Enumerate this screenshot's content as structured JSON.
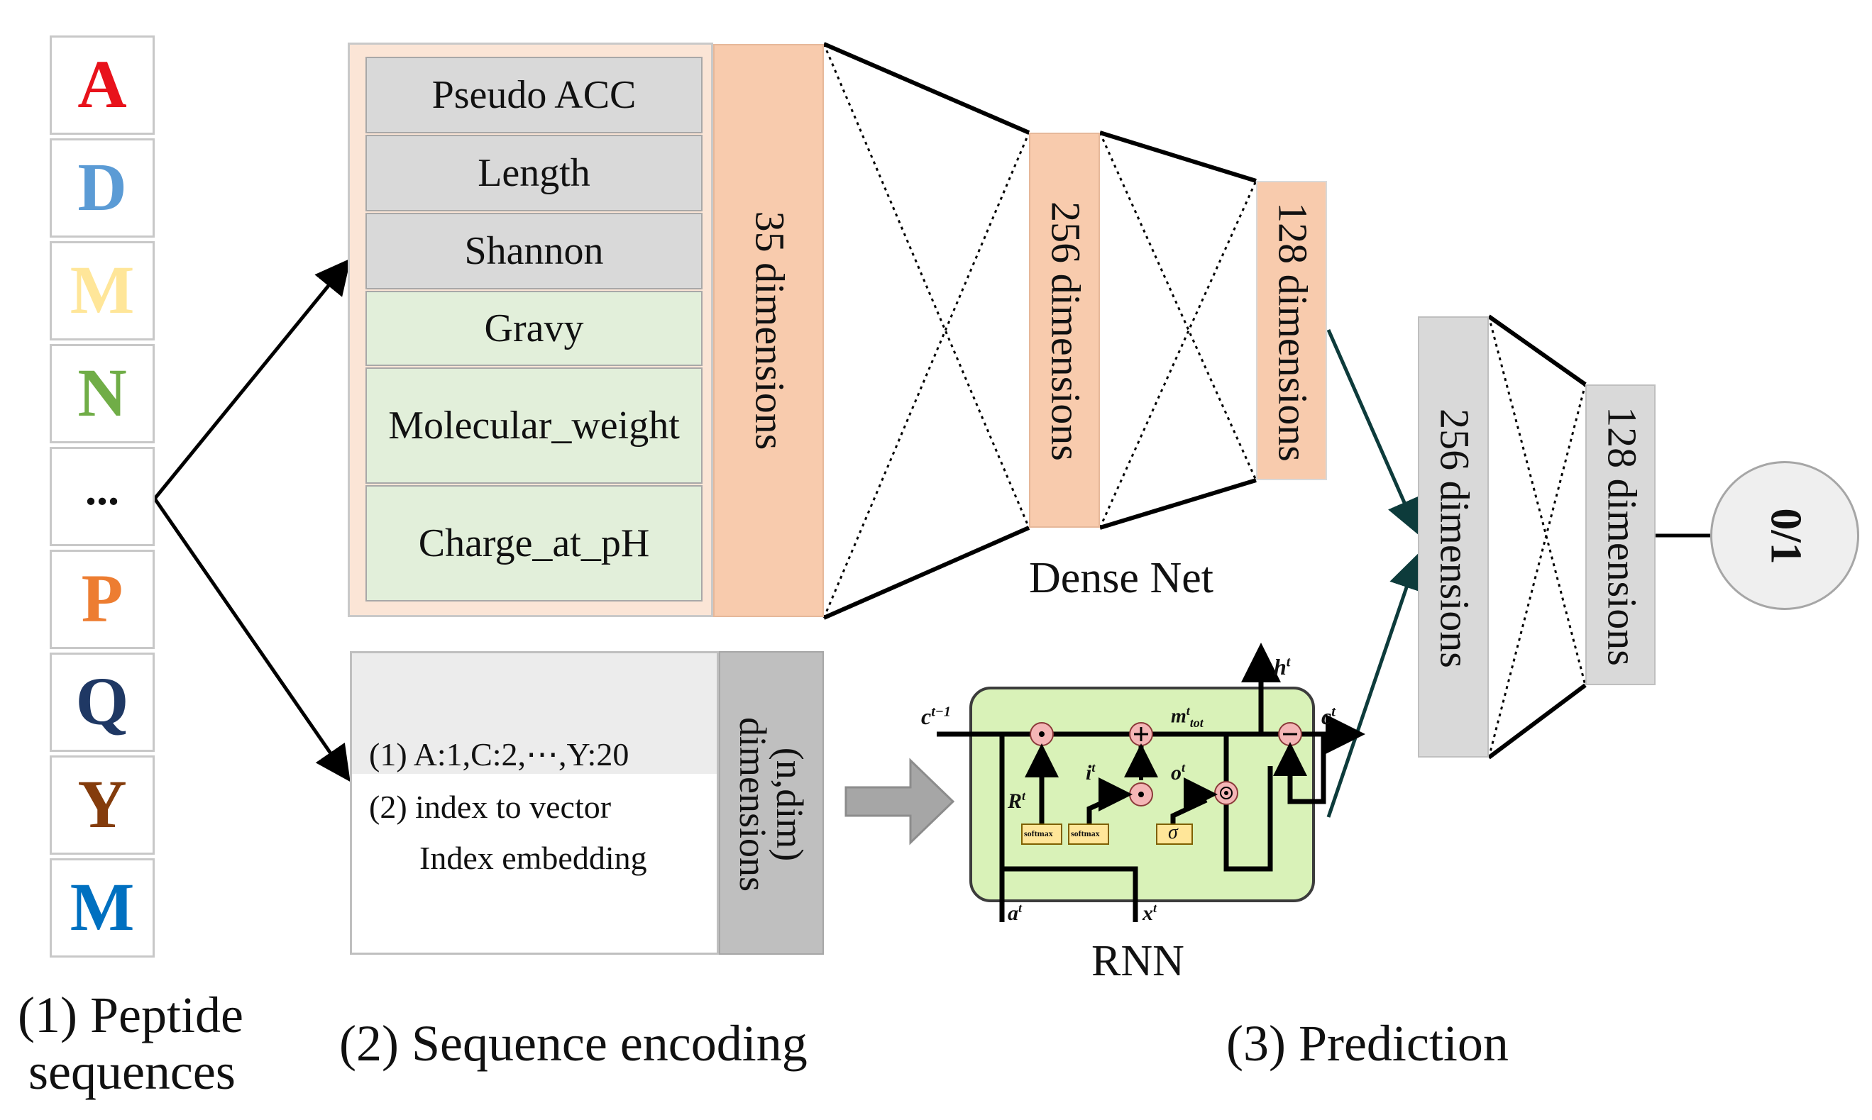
{
  "peptide_letters": [
    {
      "char": "A",
      "color": "#e8121b"
    },
    {
      "char": "D",
      "color": "#5b9bd5"
    },
    {
      "char": "M",
      "color": "#ffe699"
    },
    {
      "char": "N",
      "color": "#70ad47"
    },
    {
      "char": "...",
      "color": "#111111"
    },
    {
      "char": "P",
      "color": "#ed7d31"
    },
    {
      "char": "Q",
      "color": "#1f3864"
    },
    {
      "char": "Y",
      "color": "#843c0c"
    },
    {
      "char": "M",
      "color": "#0070c0"
    }
  ],
  "features": [
    {
      "label": "Pseudo ACC",
      "color": "#d9d9d9"
    },
    {
      "label": "Length",
      "color": "#d9d9d9"
    },
    {
      "label": "Shannon",
      "color": "#d9d9d9"
    },
    {
      "label": "Gravy",
      "color": "#e2efda"
    },
    {
      "label": "Molecular_weight",
      "color": "#e2efda"
    },
    {
      "label": "Charge_at_pH",
      "color": "#e2efda"
    }
  ],
  "encoding_lines": {
    "line1": "(1) A:1,C:2,⋯,Y:20",
    "line2": "(2) index to vector",
    "line3": "Index embedding"
  },
  "dims": {
    "d35": "35 dimensions",
    "d256_dense": "256 dimensions",
    "d128_dense": "128 dimensions",
    "d256_pred": "256 dimensions",
    "d128_pred": "128 dimensions",
    "n_dim_line1": "(n,dim)",
    "n_dim_line2": "dimensions"
  },
  "labels": {
    "dense_net": "Dense Net",
    "rnn": "RNN",
    "output": "0/1"
  },
  "captions": {
    "peptide_line1": "(1) Peptide",
    "peptide_line2": "sequences",
    "encoding": "(2) Sequence encoding",
    "prediction": "(3) Prediction"
  },
  "rnn_cell": {
    "c_prev": "c",
    "c_prev_sup": "t−1",
    "c_next": "c",
    "c_next_sup": "t",
    "h_out": "h",
    "h_out_sup": "t",
    "m_tot": "m",
    "m_tot_sup": "t",
    "m_tot_sub": "tot",
    "R": "R",
    "R_sup": "t",
    "i": "i",
    "i_sup": "t",
    "o": "o",
    "o_sup": "t",
    "a": "a",
    "a_sup": "t",
    "x": "x",
    "x_sup": "t",
    "sigma": "σ",
    "softmax": "softmax"
  },
  "colors": {
    "peach": "#f8cbad",
    "peach_frame": "#fbe5d6",
    "grey_feature": "#d9d9d9",
    "green_feature": "#e2efda",
    "dark_grey_block": "#bfbfbf",
    "rnn_bg": "#d9f2b8",
    "rnn_border": "#3c3c3c",
    "gate_yellow": "#ffe699",
    "gate_pink": "#f4b6b6",
    "teal_arrow": "#0d3b3b",
    "output_circle": "#efefef"
  }
}
